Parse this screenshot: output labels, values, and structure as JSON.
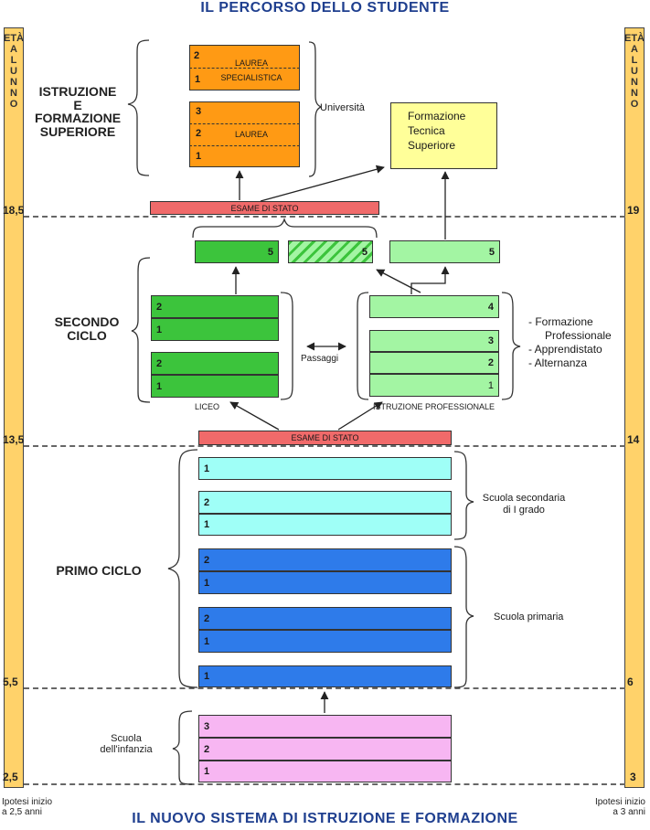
{
  "title_top": "IL PERCORSO DELLO STUDENTE",
  "title_bottom": "IL NUOVO SISTEMA DI ISTRUZIONE E FORMAZIONE",
  "age_header": [
    "ETÀ",
    "A",
    "L",
    "U",
    "N",
    "N",
    "O"
  ],
  "ages_left": [
    "18,5",
    "13,5",
    "5,5",
    "2,5"
  ],
  "ages_right": [
    "19",
    "14",
    "6",
    "3"
  ],
  "hypothesis_left": [
    "Ipotesi inizio",
    "a 2,5 anni"
  ],
  "hypothesis_right": [
    "Ipotesi inizio",
    "a 3 anni"
  ],
  "sections": {
    "superiore": [
      "ISTRUZIONE",
      "E",
      "FORMAZIONE",
      "SUPERIORE"
    ],
    "secondo": [
      "SECONDO",
      "CICLO"
    ],
    "primo": "PRIMO CICLO",
    "infanzia": [
      "Scuola",
      "dell'infanzia"
    ]
  },
  "university": {
    "label": "Università",
    "specialistica_years": [
      "2",
      "1"
    ],
    "specialistica_label": [
      "LAUREA",
      "SPECIALISTICA"
    ],
    "laurea_years": [
      "3",
      "2",
      "1"
    ],
    "laurea_label": "LAUREA"
  },
  "fts": [
    "Formazione",
    "Tecnica",
    "Superiore"
  ],
  "exam_label": "ESAME DI STATO",
  "liceo": {
    "label": "LICEO",
    "fifth_year": "5",
    "hatched_year": "5",
    "top_years": [
      "2",
      "1"
    ],
    "bottom_years": [
      "2",
      "1"
    ]
  },
  "passaggi": "Passaggi",
  "professionale": {
    "label": "ISTRUZIONE PROFESSIONALE",
    "fifth_year": "5",
    "fourth_year": "4",
    "years": [
      "3",
      "2",
      "1"
    ]
  },
  "vocational_options": [
    "- Formazione",
    "Professionale",
    "- Apprendistato",
    "- Alternanza"
  ],
  "secondaria": {
    "label": [
      "Scuola secondaria",
      "di I grado"
    ],
    "years": [
      "1",
      "2",
      "1"
    ]
  },
  "primaria": {
    "label": "Scuola primaria",
    "years": [
      "2",
      "1",
      "2",
      "1",
      "1"
    ]
  },
  "infanzia_years": [
    "3",
    "2",
    "1"
  ],
  "colors": {
    "orange": "#ff9a14",
    "yellow": "#ffff99",
    "red": "#f06a6a",
    "green": "#3cc43c",
    "light_green": "#a3f5a3",
    "cyan": "#9ffff7",
    "blue": "#2e7bea",
    "pink": "#f7b6f2",
    "age_bar": "#ffd26a"
  }
}
